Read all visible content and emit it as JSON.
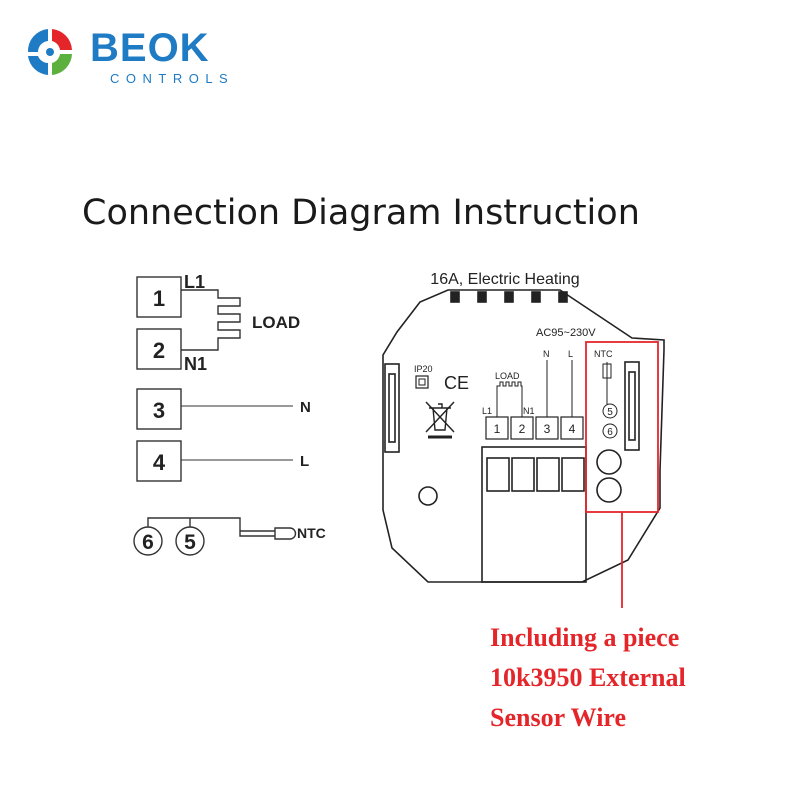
{
  "brand": {
    "name": "BEOK",
    "tagline": "CONTROLS",
    "colors": {
      "blue": "#1f7bc4",
      "red": "#e4262b",
      "green": "#5cb03d"
    }
  },
  "title": "Connection Diagram Instruction",
  "wiring": {
    "terminals": [
      "1",
      "2",
      "3",
      "4"
    ],
    "l1_label": "L1",
    "n1_label": "N1",
    "load_label": "LOAD",
    "n_label": "N",
    "l_label": "L",
    "sensor_terminals": [
      "6",
      "5"
    ],
    "ntc_label": "NTC"
  },
  "device": {
    "rating": "16A, Electric Heating",
    "voltage": "AC95~230V",
    "ip_rating": "IP20",
    "ce_mark": "CE",
    "load_label": "LOAD",
    "l1_label": "L1",
    "n1_label": "N1",
    "n_label": "N",
    "l_label": "L",
    "ntc_label": "NTC",
    "terminals": [
      "1",
      "2",
      "3",
      "4"
    ],
    "ntc_terminals": [
      "5",
      "6"
    ]
  },
  "note": {
    "lines": [
      "Including a piece",
      "10k3950 External",
      "Sensor Wire"
    ],
    "color": "#e4262b"
  }
}
